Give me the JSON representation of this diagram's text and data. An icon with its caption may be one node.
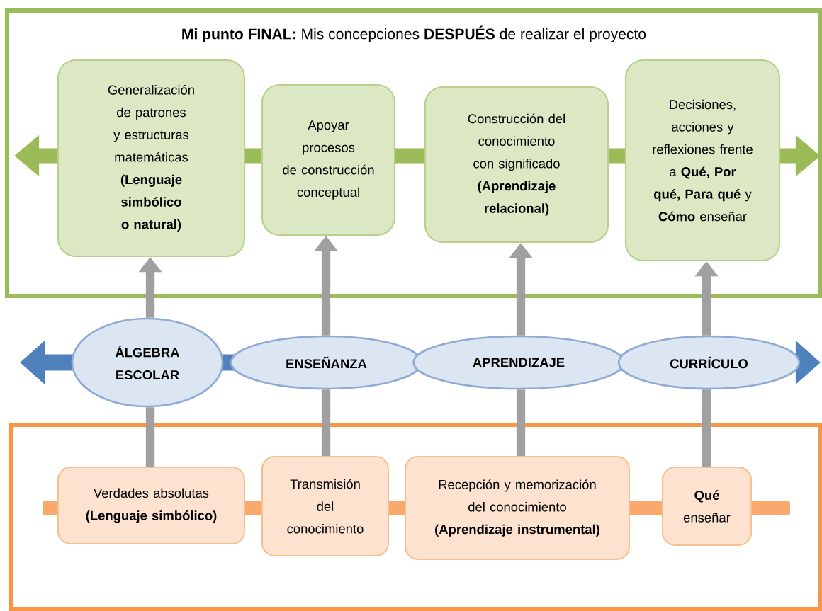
{
  "diagram": {
    "nodes": [
      {
        "text": [
          "**Mi punto FINAL:** Mis concepciones **DESPUÉS** de realizar el proyecto"
        ]
      },
      {
        "text": [
          "Generalización de patrones y estructuras matemáticas",
          "(Lenguaje simbólico o natural)"
        ],
        "in": 0
      },
      {
        "text": [
          "Apoyar procesos de construcción conceptual"
        ],
        "in": 0
      },
      {
        "text": [
          "Construcción del conocimiento con significado",
          "(Aprendizaje relacional)"
        ],
        "in": 0
      },
      {
        "text": [
          "Decisiones, acciones y reflexiones frente a **Qué, Por qué, Para qué** y **Cómo** enseñar"
        ],
        "in": 0
      },
      {
        "text": [
          "ÁLGEBRA ESCOLAR"
        ]
      },
      {
        "text": [
          "ENSEÑANZA"
        ]
      },
      {
        "text": [
          "APRENDIZAJE"
        ]
      },
      {
        "text": [
          "CURRÍCULO"
        ]
      },
      {
        "text": [],
        "shape": "box"
      },
      {
        "text": [
          "Verdades absolutas",
          "(Lenguaje simbólico)"
        ],
        "in": 9
      },
      {
        "text": [
          "Transmisión del conocimiento"
        ],
        "in": 9
      },
      {
        "text": [
          "Recepción y memorización del conocimiento",
          "(Aprendizaje instrumental)"
        ],
        "in": 9
      },
      {
        "text": [
          "**Qué** enseñar"
        ],
        "in": 9
      }
    ],
    "edges": [
      {
        "from": 5,
        "to": 1,
        "arrow": "to"
      },
      {
        "from": 6,
        "to": 2,
        "arrow": "to"
      },
      {
        "from": 7,
        "to": 3,
        "arrow": "to"
      },
      {
        "from": 8,
        "to": 4,
        "arrow": "to"
      },
      {
        "from": 10,
        "to": 5,
        "arrow": "none"
      },
      {
        "from": 11,
        "to": 6,
        "arrow": "none"
      },
      {
        "from": 12,
        "to": 7,
        "arrow": "none"
      },
      {
        "from": 13,
        "to": 8,
        "arrow": "none"
      }
    ]
  }
}
